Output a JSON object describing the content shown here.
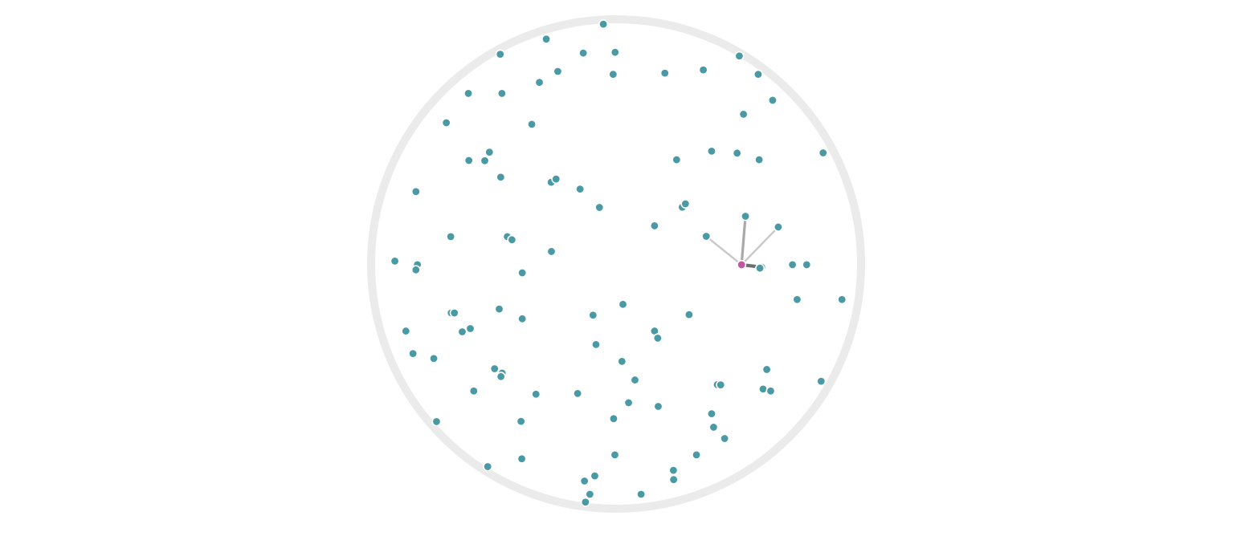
{
  "colors": {
    "background": "#ffffff",
    "boundary": "#ebebeb",
    "point": "#4a9aa5",
    "selected": "#c2559e",
    "link_light": "#c8c8c8",
    "link_mid": "#a9a9a9",
    "link_dark": "#6d6d6d"
  },
  "chart_data": {
    "type": "scatter",
    "shape": "circle-domain",
    "domain": {
      "center": [
        0,
        0
      ],
      "radius": 1,
      "xlim": [
        -1,
        1
      ],
      "ylim": [
        -1,
        1
      ]
    },
    "title": "",
    "xlabel": "",
    "ylabel": "",
    "legend": "none",
    "grid": false,
    "selected_point": {
      "x": 0.512,
      "y": -0.003
    },
    "links": [
      {
        "from": [
          0.512,
          -0.003
        ],
        "to": [
          0.528,
          0.195
        ],
        "weight": "medium"
      },
      {
        "from": [
          0.512,
          -0.003
        ],
        "to": [
          0.662,
          0.151
        ],
        "weight": "light"
      },
      {
        "from": [
          0.512,
          -0.003
        ],
        "to": [
          0.368,
          0.113
        ],
        "weight": "light"
      },
      {
        "from": [
          0.512,
          -0.003
        ],
        "to": [
          0.594,
          -0.013
        ],
        "weight": "strong"
      }
    ],
    "points": [
      [
        -0.052,
        0.98
      ],
      [
        -0.285,
        0.919
      ],
      [
        -0.473,
        0.857
      ],
      [
        -0.134,
        0.862
      ],
      [
        -0.004,
        0.865
      ],
      [
        0.503,
        0.85
      ],
      [
        -0.238,
        0.787
      ],
      [
        -0.012,
        0.775
      ],
      [
        0.199,
        0.78
      ],
      [
        0.356,
        0.793
      ],
      [
        0.58,
        0.775
      ],
      [
        -0.603,
        0.697
      ],
      [
        -0.466,
        0.697
      ],
      [
        -0.313,
        0.742
      ],
      [
        0.639,
        0.669
      ],
      [
        -0.693,
        0.577
      ],
      [
        -0.344,
        0.571
      ],
      [
        0.52,
        0.612
      ],
      [
        -0.517,
        0.457
      ],
      [
        -0.601,
        0.423
      ],
      [
        -0.536,
        0.422
      ],
      [
        0.247,
        0.426
      ],
      [
        0.39,
        0.461
      ],
      [
        0.494,
        0.453
      ],
      [
        0.584,
        0.426
      ],
      [
        0.845,
        0.454
      ],
      [
        -0.471,
        0.355
      ],
      [
        -0.265,
        0.334
      ],
      [
        -0.245,
        0.347
      ],
      [
        -0.147,
        0.306
      ],
      [
        -0.817,
        0.296
      ],
      [
        -0.068,
        0.231
      ],
      [
        0.27,
        0.232
      ],
      [
        0.283,
        0.246
      ],
      [
        0.157,
        0.156
      ],
      [
        -0.675,
        0.112
      ],
      [
        -0.444,
        0.112
      ],
      [
        -0.425,
        0.099
      ],
      [
        -0.264,
        0.051
      ],
      [
        -0.903,
        0.012
      ],
      [
        -0.811,
        -0.003
      ],
      [
        -0.817,
        -0.024
      ],
      [
        0.528,
        0.195
      ],
      [
        0.662,
        0.151
      ],
      [
        0.368,
        0.113
      ],
      [
        0.594,
        -0.013
      ],
      [
        0.587,
        -0.017
      ],
      [
        0.72,
        -0.003
      ],
      [
        0.778,
        -0.003
      ],
      [
        -0.383,
        -0.036
      ],
      [
        0.739,
        -0.145
      ],
      [
        0.922,
        -0.145
      ],
      [
        -0.673,
        -0.2
      ],
      [
        -0.66,
        -0.2
      ],
      [
        -0.477,
        -0.184
      ],
      [
        -0.094,
        -0.209
      ],
      [
        0.028,
        -0.165
      ],
      [
        0.298,
        -0.207
      ],
      [
        -0.383,
        -0.224
      ],
      [
        -0.858,
        -0.274
      ],
      [
        -0.628,
        -0.277
      ],
      [
        -0.595,
        -0.264
      ],
      [
        0.157,
        -0.274
      ],
      [
        0.17,
        -0.303
      ],
      [
        -0.082,
        -0.329
      ],
      [
        -0.829,
        -0.366
      ],
      [
        -0.744,
        -0.386
      ],
      [
        0.024,
        -0.398
      ],
      [
        -0.496,
        -0.428
      ],
      [
        -0.465,
        -0.446
      ],
      [
        -0.47,
        -0.46
      ],
      [
        0.077,
        -0.474
      ],
      [
        0.413,
        -0.493
      ],
      [
        0.427,
        -0.494
      ],
      [
        0.615,
        -0.431
      ],
      [
        0.6,
        -0.511
      ],
      [
        0.631,
        -0.519
      ],
      [
        0.837,
        -0.479
      ],
      [
        -0.581,
        -0.519
      ],
      [
        -0.327,
        -0.532
      ],
      [
        -0.157,
        -0.529
      ],
      [
        0.051,
        -0.567
      ],
      [
        0.172,
        -0.582
      ],
      [
        0.39,
        -0.612
      ],
      [
        -0.733,
        -0.644
      ],
      [
        -0.388,
        -0.643
      ],
      [
        -0.01,
        -0.632
      ],
      [
        0.398,
        -0.667
      ],
      [
        0.443,
        -0.713
      ],
      [
        -0.005,
        -0.78
      ],
      [
        0.328,
        -0.78
      ],
      [
        -0.524,
        -0.828
      ],
      [
        -0.385,
        -0.796
      ],
      [
        0.234,
        -0.843
      ],
      [
        0.235,
        -0.881
      ],
      [
        -0.087,
        -0.866
      ],
      [
        -0.129,
        -0.887
      ],
      [
        -0.107,
        -0.941
      ],
      [
        0.102,
        -0.941
      ],
      [
        -0.125,
        -0.973
      ]
    ]
  }
}
